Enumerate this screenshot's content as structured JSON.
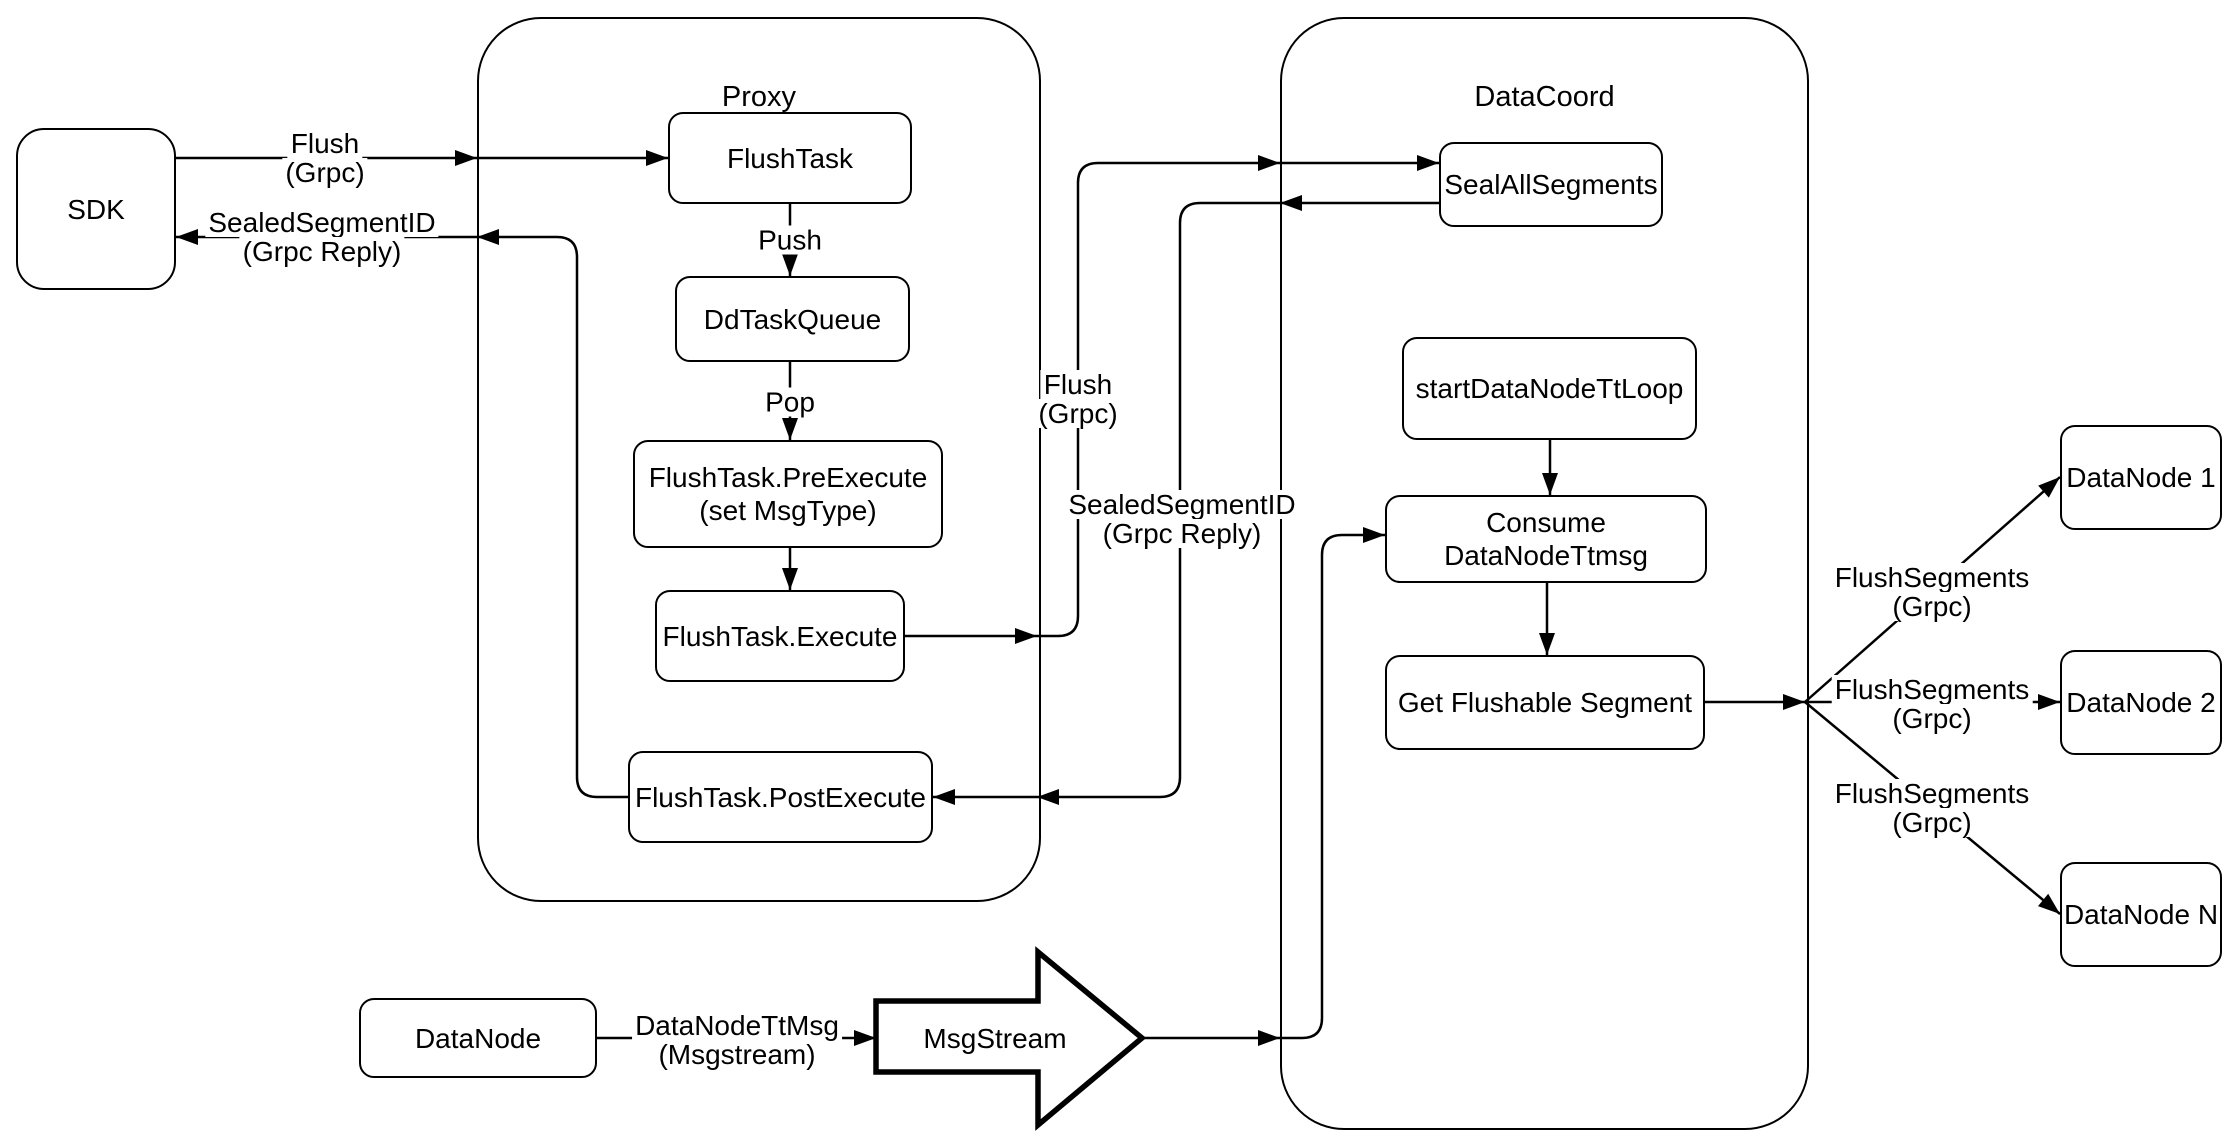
{
  "colors": {
    "line": "#000000",
    "background": "#ffffff",
    "text": "#000000"
  },
  "containers": {
    "proxy": {
      "label": "Proxy"
    },
    "datacoord": {
      "label": "DataCoord"
    }
  },
  "nodes": {
    "sdk": {
      "label": "SDK"
    },
    "flushtask": {
      "label": "FlushTask"
    },
    "ddtaskqueue": {
      "label": "DdTaskQueue"
    },
    "preexecute": {
      "line1": "FlushTask.PreExecute",
      "line2": "(set MsgType)"
    },
    "execute": {
      "label": "FlushTask.Execute"
    },
    "postexecute": {
      "label": "FlushTask.PostExecute"
    },
    "sealallsegments": {
      "label": "SealAllSegments"
    },
    "startdatanodettloop": {
      "label": "startDataNodeTtLoop"
    },
    "consumedatanodettmsg": {
      "label": "Consume DataNodeTtmsg"
    },
    "getflushablesegment": {
      "label": "Get Flushable Segment"
    },
    "datanode1": {
      "label": "DataNode 1"
    },
    "datanode2": {
      "label": "DataNode 2"
    },
    "datanoden": {
      "label": "DataNode N"
    },
    "datanode_bottom": {
      "label": "DataNode"
    },
    "msgstream": {
      "label": "MsgStream"
    }
  },
  "edge_labels": {
    "flush_sdk": {
      "line1": "Flush",
      "line2": "(Grpc)"
    },
    "sealed_sdk": {
      "line1": "SealedSegmentID",
      "line2": "(Grpc Reply)"
    },
    "push": {
      "line1": "Push"
    },
    "pop": {
      "line1": "Pop"
    },
    "flush_mid": {
      "line1": "Flush",
      "line2": "(Grpc)"
    },
    "sealed_mid": {
      "line1": "SealedSegmentID",
      "line2": "(Grpc Reply)"
    },
    "flushsegments1": {
      "line1": "FlushSegments",
      "line2": "(Grpc)"
    },
    "flushsegments2": {
      "line1": "FlushSegments",
      "line2": "(Grpc)"
    },
    "flushsegments3": {
      "line1": "FlushSegments",
      "line2": "(Grpc)"
    },
    "datanodettmsg": {
      "line1": "DataNodeTtMsg",
      "line2": "(Msgstream)"
    }
  }
}
